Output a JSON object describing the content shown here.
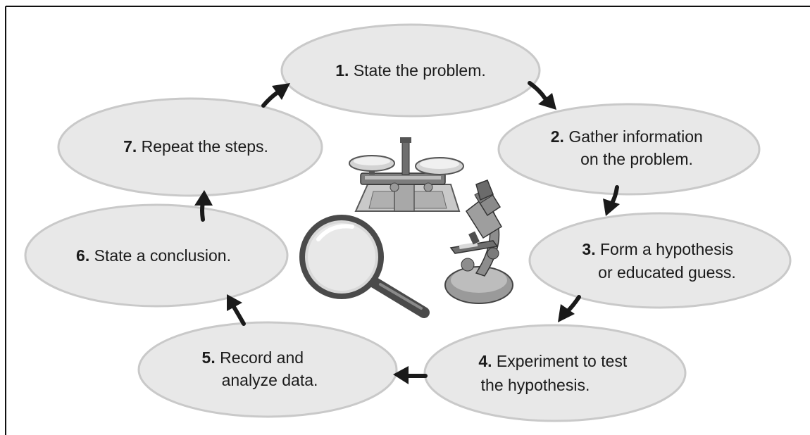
{
  "steps": [
    {
      "number": "1.",
      "lines": [
        "State the problem."
      ]
    },
    {
      "number": "2.",
      "lines": [
        "Gather information",
        "on the problem."
      ]
    },
    {
      "number": "3.",
      "lines": [
        "Form a hypothesis",
        "or educated guess."
      ]
    },
    {
      "number": "4.",
      "lines": [
        "Experiment to test",
        "the hypothesis."
      ]
    },
    {
      "number": "5.",
      "lines": [
        "Record and",
        "analyze data."
      ]
    },
    {
      "number": "6.",
      "lines": [
        "State a conclusion."
      ]
    },
    {
      "number": "7.",
      "lines": [
        "Repeat the steps."
      ]
    }
  ],
  "illustrations": [
    "balance-scale-icon",
    "microscope-icon",
    "magnifying-glass-icon"
  ],
  "colors": {
    "ellipse_fill": "#e8e8e8",
    "ellipse_stroke": "#c9c9c9",
    "arrow": "#1a1a1a",
    "text": "#1b1b1b"
  }
}
